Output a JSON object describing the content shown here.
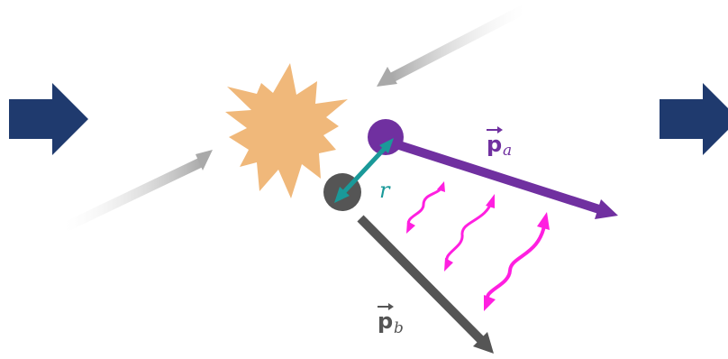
{
  "labels": {
    "momentum_a": {
      "base": "p",
      "subscript": "a"
    },
    "momentum_b": {
      "base": "p",
      "subscript": "b"
    },
    "separation": "r"
  },
  "colors": {
    "big_arrow": "#1f3a6e",
    "burst": "#f0b87a",
    "particle_a": "#7030a0",
    "particle_b": "#555555",
    "separation_arrow": "#1a9999",
    "wavy_arrows": "#ff1fe0",
    "incoming_beam": "#b0b0b0"
  },
  "icons": {
    "left_arrow": "right-arrow-icon",
    "right_arrow": "right-arrow-icon",
    "burst": "starburst-icon"
  }
}
